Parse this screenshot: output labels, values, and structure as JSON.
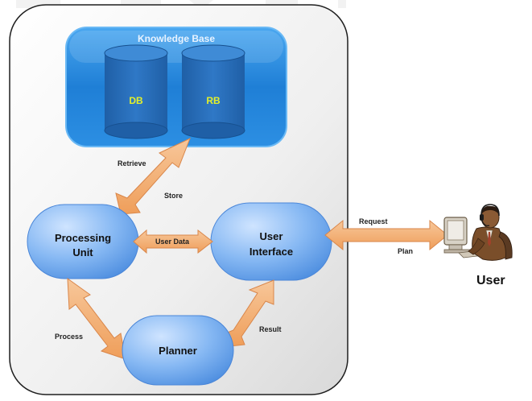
{
  "diagram": {
    "knowledge_base": {
      "title": "Knowledge Base",
      "db_label": "DB",
      "rb_label": "RB"
    },
    "components": {
      "processing_unit_line1": "Processing",
      "processing_unit_line2": "Unit",
      "user_interface_line1": "User",
      "user_interface_line2": "Interface",
      "planner": "Planner",
      "user": "User"
    },
    "arrows": {
      "retrieve": "Retrieve",
      "store": "Store",
      "user_data": "User Data",
      "request": "Request",
      "plan": "Plan",
      "process": "Process",
      "result": "Result"
    },
    "colors": {
      "kb_fill": "#2f8fe0",
      "cylinder_fill": "#2a6fbd",
      "cylinder_text": "#e3f02a",
      "node_fill": "#6fa8f0",
      "arrow_fill": "#f3b27a",
      "arrow_stroke": "#d9864a",
      "container_fill": "#f0f0f0",
      "container_stroke": "#1f1f1f"
    }
  }
}
